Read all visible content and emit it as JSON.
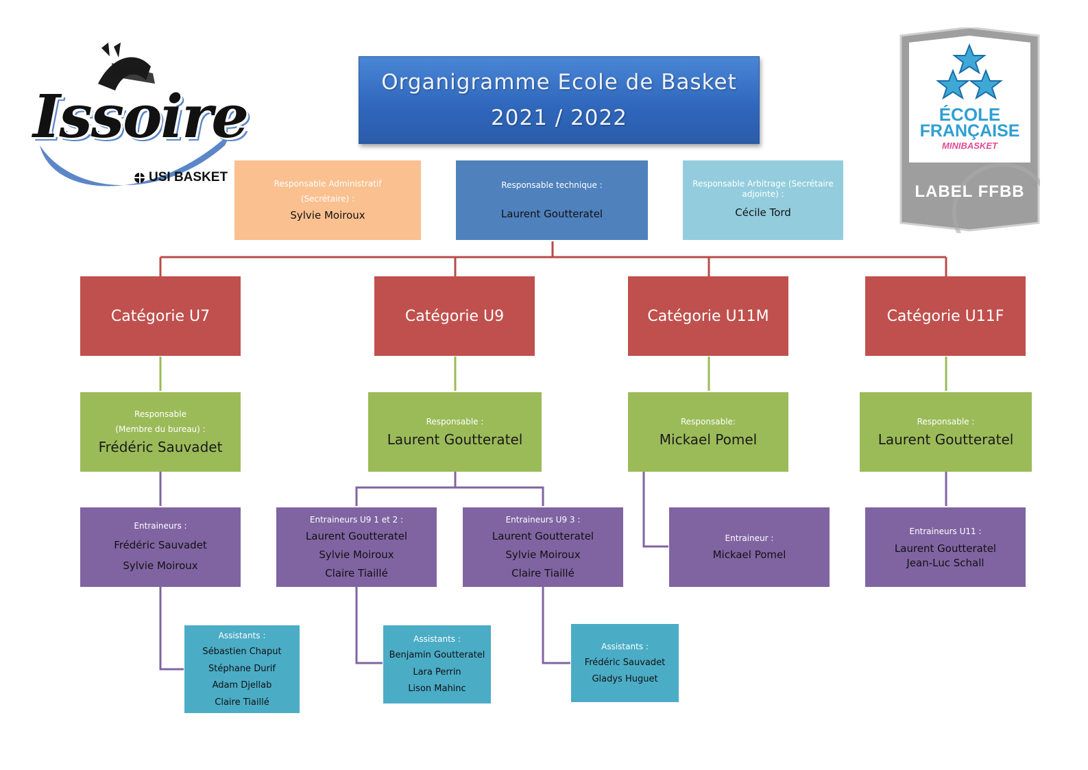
{
  "title": {
    "line1": "Organigramme Ecole de Basket",
    "line2": "2021 / 2022"
  },
  "logo_left": {
    "script_text": "Issoire",
    "sub_text": "USI BASKET"
  },
  "logo_right": {
    "line1": "ÉCOLE",
    "line2": "FRANÇAISE",
    "line3": "MINIBASKET",
    "footer": "LABEL FFBB"
  },
  "top": {
    "admin": {
      "label1": "Responsable  Administratif",
      "label2": "(Secrétaire) :",
      "name": "Sylvie Moiroux"
    },
    "tech": {
      "label": "Responsable  technique :",
      "name": "Laurent Goutteratel"
    },
    "arb": {
      "label1": "Responsable  Arbitrage (Secrétaire",
      "label2": "adjointe) :",
      "name": "Cécile Tord"
    }
  },
  "categories": [
    "Catégorie U7",
    "Catégorie U9",
    "Catégorie U11M",
    "Catégorie U11F"
  ],
  "responsables": [
    {
      "label1": "Responsable",
      "label2": "(Membre du bureau) :",
      "name": "Frédéric Sauvadet"
    },
    {
      "label1": "Responsable :",
      "name": "Laurent Goutteratel"
    },
    {
      "label1": "Responsable:",
      "name": "Mickael Pomel"
    },
    {
      "label1": "Responsable :",
      "name": "Laurent Goutteratel"
    }
  ],
  "entraineurs": [
    {
      "label": "Entraineurs :",
      "names": [
        "Frédéric Sauvadet",
        "Sylvie Moiroux"
      ]
    },
    {
      "label": "Entraineurs U9 1 et 2 :",
      "names": [
        "Laurent Goutteratel",
        "Sylvie Moiroux",
        "Claire Tiaillé"
      ]
    },
    {
      "label": "Entraineurs U9 3 :",
      "names": [
        "Laurent Goutteratel",
        "Sylvie Moiroux",
        "Claire Tiaillé"
      ]
    },
    {
      "label": "Entraineur :",
      "names": [
        "Mickael Pomel"
      ]
    },
    {
      "label": "Entraineurs U11 :",
      "names": [
        "Laurent Goutteratel",
        "Jean-Luc Schall"
      ]
    }
  ],
  "assistants": [
    {
      "label": "Assistants :",
      "names": [
        "Sébastien Chaput",
        "Stéphane Durif",
        "Adam Djellab",
        "Claire Tiaillé"
      ]
    },
    {
      "label": "Assistants :",
      "names": [
        "Benjamin Goutteratel",
        "Lara Perrin",
        "Lison Mahinc"
      ]
    },
    {
      "label": "Assistants :",
      "names": [
        "Frédéric Sauvadet",
        "Gladys Huguet"
      ]
    }
  ],
  "colors": {
    "category": "#c0504d",
    "responsable": "#9bbb59",
    "entraineur": "#8064a2",
    "assistant": "#4bacc6",
    "admin": "#fac090",
    "tech": "#4f81bd",
    "arbitrage": "#93cddd",
    "title": "#3a74c8"
  }
}
